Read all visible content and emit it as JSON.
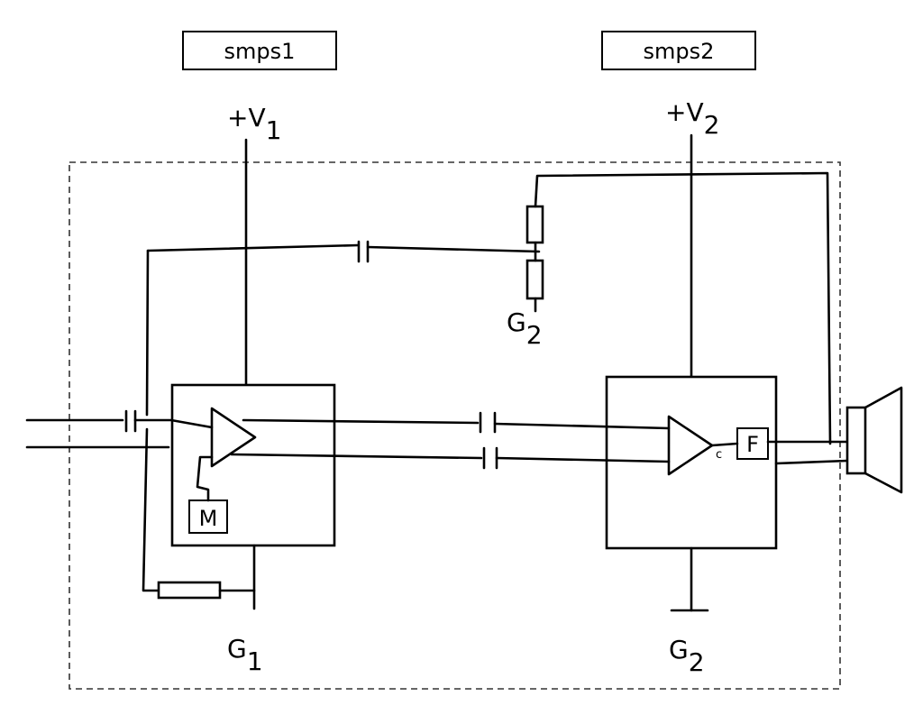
{
  "labels": {
    "smps1": "smps1",
    "smps2": "smps2",
    "v1_main": "+V",
    "v1_sub": "1",
    "v2_main": "+V",
    "v2_sub": "2",
    "g1_main": "G",
    "g1_sub": "1",
    "g2_main": "G",
    "g2_sub": "2",
    "g2_mid_main": "G",
    "g2_mid_sub": "2",
    "m_block": "M",
    "f_block": "F",
    "c_label": "c"
  }
}
